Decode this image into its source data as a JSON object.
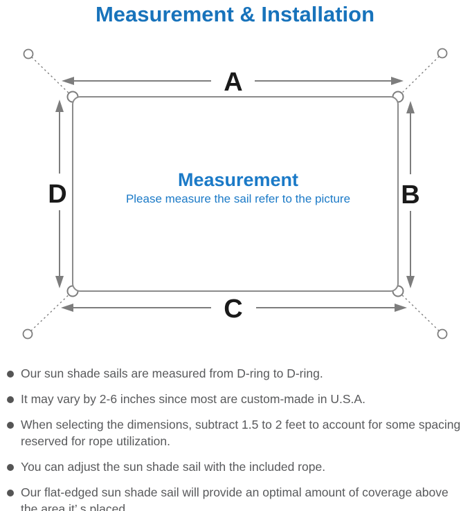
{
  "title": "Measurement & Installation",
  "diagram": {
    "edge_labels": {
      "top": "A",
      "right": "B",
      "bottom": "C",
      "left": "D"
    },
    "center": {
      "heading": "Measurement",
      "subtitle": "Please measure the sail refer to the picture"
    }
  },
  "bullets": [
    "Our sun shade sails are measured from D-ring to D-ring.",
    "It may vary by 2-6 inches since most are custom-made in U.S.A.",
    "When selecting the dimensions, subtract 1.5 to 2 feet to account for some spacing reserved for rope utilization.",
    "You can adjust the sun shade sail with the included rope.",
    "Our flat-edged sun shade sail will provide an optimal amount of coverage above the area it’ s placed."
  ],
  "colors": {
    "title-blue": "#1873bb",
    "center-blue": "#1b7ac7",
    "line-gray": "#7d7d7d",
    "label-black": "#1a1a1a",
    "body-gray": "#58595b",
    "bullet-gray": "#555555"
  }
}
